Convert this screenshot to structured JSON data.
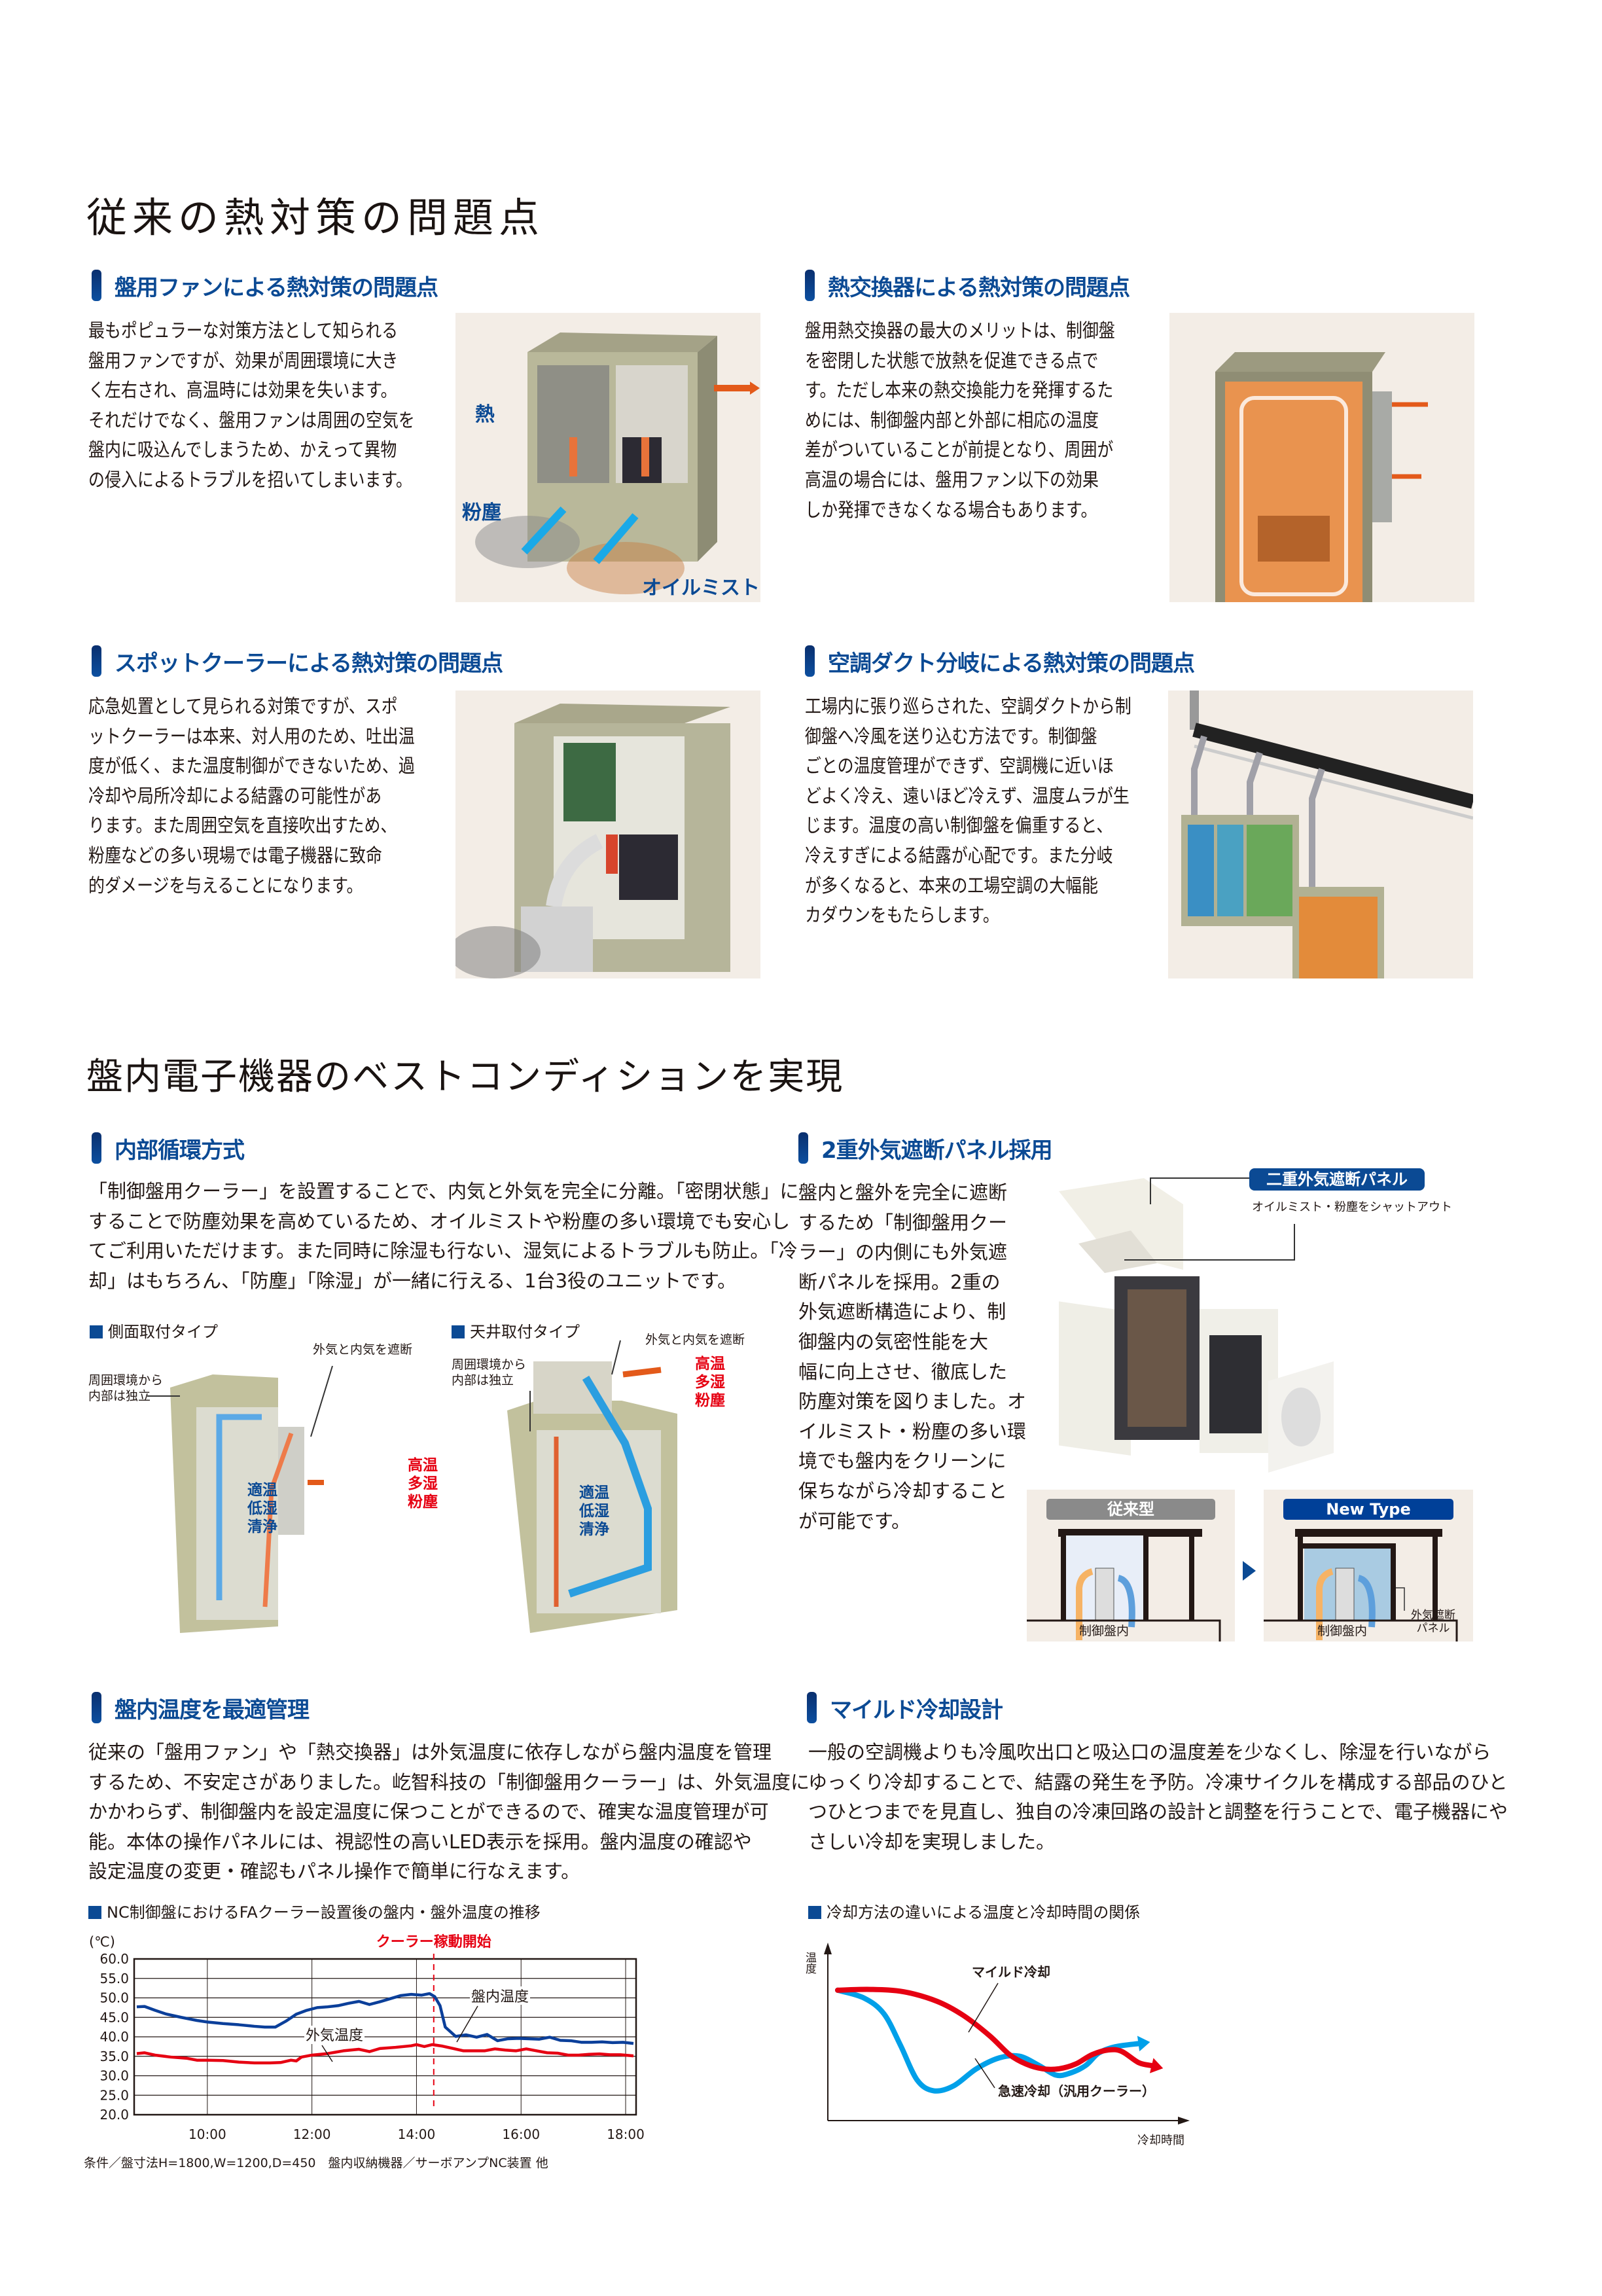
{
  "section1": {
    "title": "従来の熱対策の問題点",
    "blocks": [
      {
        "heading": "盤用ファンによる熱対策の問題点",
        "lines": [
          "最もポピュラーな対策方法として知られる",
          "盤用ファンですが、効果が周囲環境に大き",
          "く左右され、高温時には効果を失います。",
          "それだけでなく、盤用ファンは周囲の空気を",
          "盤内に吸込んでしまうため、かえって異物",
          "の侵入によるトラブルを招いてしまいます。"
        ],
        "image_labels": {
          "heat": "熱",
          "dust": "粉塵",
          "oil": "オイルミスト"
        }
      },
      {
        "heading": "熱交換器による熱対策の問題点",
        "lines": [
          "盤用熱交換器の最大のメリットは、制御盤",
          "を密閉した状態で放熱を促進できる点で",
          "す。ただし本来の熱交換能力を発揮するた",
          "めには、制御盤内部と外部に相応の温度",
          "差がついていることが前提となり、周囲が",
          "高温の場合には、盤用ファン以下の効果",
          "しか発揮できなくなる場合もあります。"
        ]
      },
      {
        "heading": "スポットクーラーによる熱対策の問題点",
        "lines": [
          "応急処置として見られる対策ですが、スポ",
          "ットクーラーは本来、対人用のため、吐出温",
          "度が低く、また温度制御ができないため、過",
          "冷却や局所冷却による結露の可能性があ",
          "ります。また周囲空気を直接吹出すため、",
          "粉塵などの多い現場では電子機器に致命",
          "的ダメージを与えることになります。"
        ]
      },
      {
        "heading": "空調ダクト分岐による熱対策の問題点",
        "lines": [
          "工場内に張り巡らされた、空調ダクトから制",
          "御盤へ冷風を送り込む方法です。制御盤",
          "ごとの温度管理ができず、空調機に近いほ",
          "どよく冷え、遠いほど冷えず、温度ムラが生",
          "じます。温度の高い制御盤を偏重すると、",
          "冷えすぎによる結露が心配です。また分岐",
          "が多くなると、本来の工場空調の大幅能",
          "カダウンをもたらします。"
        ]
      }
    ]
  },
  "section2": {
    "title": "盤内電子機器のベストコンディションを実現",
    "internal": {
      "heading": "内部循環方式",
      "lines": [
        "「制御盤用クーラー」を設置することで、内気と外気を完全に分離。「密閉状態」に",
        "することで防塵効果を高めているため、オイルミストや粉塵の多い環境でも安心し",
        "てご利用いただけます。また同時に除湿も行ない、湿気によるトラブルも防止。「冷",
        "却」はもちろん、「防塵」「除湿」が一緒に行える、1台3役のユニットです。"
      ],
      "side": {
        "label": "側面取付タイプ",
        "isolate": [
          "周囲環境から",
          "内部は独立"
        ],
        "block": "外気と内気を遮断",
        "outside": [
          "高温",
          "多湿",
          "粉塵"
        ],
        "inside": [
          "適温",
          "低湿",
          "清浄"
        ]
      },
      "ceiling": {
        "label": "天井取付タイプ",
        "isolate": [
          "周囲環境から",
          "内部は独立"
        ],
        "block": "外気と内気を遮断",
        "outside": [
          "高温",
          "多湿",
          "粉塵"
        ],
        "inside": [
          "適温",
          "低湿",
          "清浄"
        ]
      }
    },
    "panel": {
      "heading": "2重外気遮断パネル採用",
      "lines": [
        "盤内と盤外を完全に遮断",
        "するため「制御盤用クー",
        "ラー」の内側にも外気遮",
        "断パネルを採用。2重の",
        "外気遮断構造により、制",
        "御盤内の気密性能を大",
        "幅に向上させ、徹底した",
        "防塵対策を図りました。オ",
        "イルミスト・粉塵の多い環",
        "境でも盤内をクリーンに",
        "保ちながら冷却すること",
        "が可能です。"
      ],
      "callout_title": "二重外気遮断パネル",
      "callout_sub": "オイルミスト・粉塵をシャットアウト",
      "old_label": "従来型",
      "new_label": "New Type",
      "inside_label": "制御盤内",
      "panel_label": [
        "外気遮断",
        "パネル"
      ]
    },
    "temp": {
      "heading": "盤内温度を最適管理",
      "lines": [
        "従来の「盤用ファン」や「熱交換器」は外気温度に依存しながら盤内温度を管理",
        "するため、不安定さがありました。屹智科技の「制御盤用クーラー」は、外気温度に",
        "かかわらず、制御盤内を設定温度に保つことができるので、確実な温度管理が可",
        "能。本体の操作パネルには、視認性の高いLED表示を採用。盤内温度の確認や",
        "設定温度の変更・確認もパネル操作で簡単に行なえます。"
      ],
      "footnote": "条件／盤寸法H=1800,W=1200,D=450　盤内収納機器／サーボアンプNC装置 他"
    },
    "mild": {
      "heading": "マイルド冷却設計",
      "lines": [
        "一般の空調機よりも冷風吹出口と吸込口の温度差を少なくし、除湿を行いながら",
        "ゆっくり冷却することで、結露の発生を予防。冷凍サイクルを構成する部品のひと",
        "つひとつまでを見直し、独自の冷凍回路の設計と調整を行うことで、電子機器にや",
        "さしい冷却を実現しました。"
      ]
    }
  },
  "colors": {
    "accent": "#0b4a94",
    "red": "#e60012",
    "blue_line": "#0b3f9a",
    "cyan": "#00a0e9"
  },
  "chart_data": [
    {
      "type": "line",
      "title": "NC制御盤におけるFAクーラー設置後の盤内・盤外温度の推移",
      "ylabel": "(℃)",
      "xlabel": "",
      "xlim": [
        8.6,
        18.2
      ],
      "ylim": [
        20,
        60
      ],
      "grid": true,
      "xticks": [
        {
          "v": 10,
          "label": "10:00"
        },
        {
          "v": 12,
          "label": "12:00"
        },
        {
          "v": 14,
          "label": "14:00"
        },
        {
          "v": 16,
          "label": "16:00"
        },
        {
          "v": 18,
          "label": "18:00"
        }
      ],
      "yticks": [
        {
          "v": 60,
          "label": "60.0"
        },
        {
          "v": 55,
          "label": "55.0"
        },
        {
          "v": 50,
          "label": "50.0"
        },
        {
          "v": 45,
          "label": "45.0"
        },
        {
          "v": 40,
          "label": "40.0"
        },
        {
          "v": 35,
          "label": "35.0"
        },
        {
          "v": 30,
          "label": "30.0"
        },
        {
          "v": 25,
          "label": "25.0"
        },
        {
          "v": 20,
          "label": "20.0"
        }
      ],
      "annotation": {
        "label": "クーラー稼動開始",
        "x": 14.33
      },
      "series": [
        {
          "name": "盤内温度",
          "color": "#0b3f9a",
          "x": [
            8.65,
            8.8,
            9.0,
            9.2,
            9.5,
            9.8,
            10.0,
            10.3,
            10.6,
            10.9,
            11.1,
            11.3,
            11.5,
            11.7,
            11.9,
            12.1,
            12.3,
            12.5,
            12.7,
            12.9,
            13.1,
            13.3,
            13.5,
            13.7,
            13.9,
            14.1,
            14.25,
            14.35,
            14.45,
            14.55,
            14.75,
            14.95,
            15.15,
            15.35,
            15.55,
            15.75,
            15.95,
            16.15,
            16.35,
            16.55,
            16.75,
            16.95,
            17.15,
            17.35,
            17.55,
            17.75,
            17.95,
            18.15
          ],
          "y": [
            47.7,
            47.8,
            46.8,
            45.9,
            45.0,
            44.2,
            43.8,
            43.4,
            43.1,
            42.7,
            42.5,
            42.5,
            44.0,
            45.8,
            46.8,
            47.5,
            47.7,
            48.0,
            48.6,
            49.1,
            48.3,
            49.0,
            49.8,
            50.6,
            50.9,
            50.7,
            51.1,
            50.3,
            48.0,
            42.5,
            40.1,
            40.5,
            39.9,
            40.6,
            39.0,
            39.5,
            39.6,
            39.5,
            39.4,
            39.9,
            39.1,
            39.0,
            38.6,
            38.6,
            38.7,
            38.5,
            38.6,
            38.3
          ]
        },
        {
          "name": "外気温度",
          "color": "#e60012",
          "x": [
            8.65,
            8.8,
            9.0,
            9.3,
            9.6,
            9.8,
            10.0,
            10.3,
            10.6,
            10.9,
            11.2,
            11.4,
            11.6,
            11.7,
            11.8,
            12.0,
            12.3,
            12.6,
            12.9,
            13.1,
            13.3,
            13.6,
            13.9,
            14.0,
            14.15,
            14.3,
            14.5,
            14.7,
            14.9,
            15.1,
            15.3,
            15.5,
            15.7,
            15.9,
            16.1,
            16.3,
            16.5,
            16.7,
            16.9,
            17.1,
            17.3,
            17.5,
            17.7,
            17.9,
            18.15
          ],
          "y": [
            35.7,
            35.9,
            35.3,
            34.8,
            34.5,
            34.0,
            34.0,
            33.9,
            33.5,
            33.3,
            33.3,
            33.4,
            34.0,
            33.8,
            34.8,
            35.3,
            35.7,
            36.4,
            36.8,
            36.2,
            37.0,
            37.3,
            37.7,
            38.0,
            37.5,
            38.0,
            37.6,
            37.0,
            36.4,
            36.4,
            36.4,
            36.9,
            36.6,
            36.4,
            36.9,
            36.4,
            35.9,
            35.8,
            35.3,
            35.3,
            35.5,
            35.6,
            35.4,
            35.4,
            35.1
          ]
        }
      ],
      "labels": [
        "盤内温度",
        "外気温度"
      ]
    },
    {
      "type": "line",
      "title": "冷却方法の違いによる温度と冷却時間の関係",
      "xlabel": "冷却時間",
      "ylabel": "温度",
      "xlim": [
        0,
        10
      ],
      "ylim": [
        0,
        10
      ],
      "grid": false,
      "series": [
        {
          "name": "マイルド冷却",
          "color": "#e60012",
          "x": [
            0,
            1,
            2,
            3,
            3.8,
            4.6,
            5.2,
            5.7,
            6.2,
            6.7,
            7.2,
            7.7,
            8.2,
            8.6,
            9.1,
            9.5
          ],
          "y": [
            8.3,
            8.35,
            8.2,
            7.6,
            6.7,
            5.4,
            4.2,
            3.6,
            3.3,
            3.3,
            3.6,
            4.2,
            4.5,
            4.4,
            3.7,
            3.5
          ]
        },
        {
          "name": "急速冷却（汎用クーラー）",
          "color": "#00a0e9",
          "x": [
            0,
            0.8,
            1.4,
            1.9,
            2.4,
            2.9,
            3.5,
            4.2,
            4.9,
            5.5,
            6.1,
            6.6,
            7.0,
            7.5,
            7.9,
            8.4,
            9.1
          ],
          "y": [
            8.3,
            7.8,
            6.8,
            4.8,
            2.6,
            1.9,
            2.2,
            3.3,
            4.0,
            4.1,
            3.5,
            2.9,
            3.0,
            3.5,
            4.3,
            4.7,
            4.9
          ]
        }
      ]
    }
  ]
}
